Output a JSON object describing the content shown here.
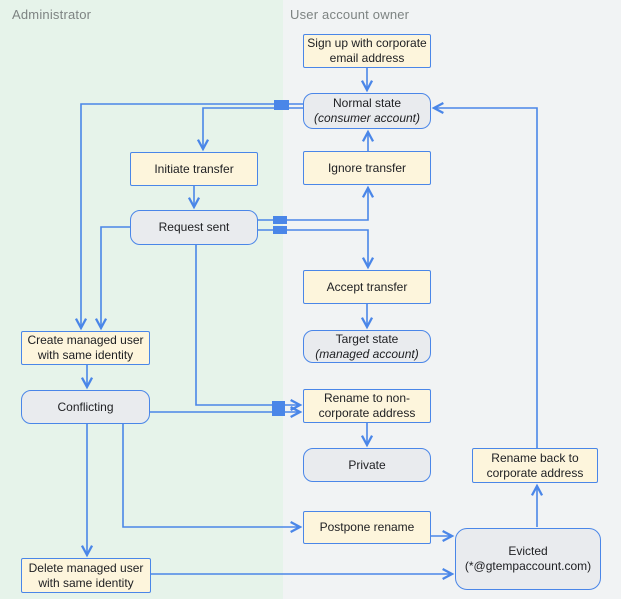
{
  "lanes": {
    "administrator": {
      "label": "Administrator"
    },
    "owner": {
      "label": "User account owner"
    }
  },
  "colors": {
    "lane_admin_bg": "#e6f3ea",
    "lane_owner_bg": "#f1f3f4",
    "action_fill": "#fdf5dc",
    "state_fill": "#e9ebee",
    "stroke_blue": "#4a86e8",
    "header_text": "#7d8382",
    "node_text": "#202124"
  },
  "nodes": {
    "signup": {
      "label": "Sign up with corporate email address",
      "type": "action"
    },
    "normal": {
      "label": "Normal state",
      "sublabel": "(consumer account)",
      "type": "state"
    },
    "initiate": {
      "label": "Initiate transfer",
      "type": "action"
    },
    "ignore": {
      "label": "Ignore transfer",
      "type": "action"
    },
    "request": {
      "label": "Request sent",
      "type": "state"
    },
    "accept": {
      "label": "Accept transfer",
      "type": "action"
    },
    "target": {
      "label": "Target state",
      "sublabel": "(managed account)",
      "type": "state"
    },
    "create_managed": {
      "label": "Create managed user with same identity",
      "type": "action"
    },
    "conflicting": {
      "label": "Conflicting",
      "type": "state"
    },
    "rename_noncorp": {
      "label": "Rename to non-corporate address",
      "type": "action"
    },
    "private": {
      "label": "Private",
      "type": "state"
    },
    "rename_back": {
      "label": "Rename back to corporate address",
      "type": "action"
    },
    "postpone": {
      "label": "Postpone rename",
      "type": "action"
    },
    "evicted": {
      "label": "Evicted",
      "sublabel": "(*@gtempaccount.com)",
      "type": "state"
    },
    "delete_managed": {
      "label": "Delete managed user with same identity",
      "type": "action"
    }
  }
}
